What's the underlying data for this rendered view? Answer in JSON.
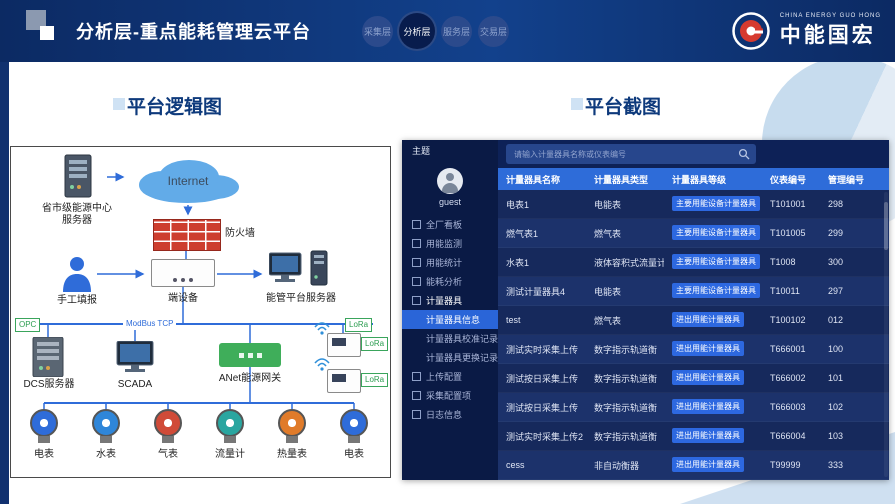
{
  "slide": {
    "title": "分析层-重点能耗管理云平台",
    "left_section_title": "平台逻辑图",
    "right_section_title": "平台截图",
    "layers": [
      {
        "label": "采集层",
        "active": false
      },
      {
        "label": "分析层",
        "active": true
      },
      {
        "label": "服务层",
        "active": false
      },
      {
        "label": "交易层",
        "active": false
      }
    ],
    "brand": {
      "en": "CHINA ENERGY GUO HONG",
      "zh": "中能国宏"
    }
  },
  "diagram": {
    "central_server_line1": "省市级能源中心",
    "central_server_line2": "服务器",
    "internet": "Internet",
    "firewall": "防火墙",
    "manual_entry": "手工填报",
    "edge_device": "端设备",
    "platform_server": "能管平台服务器",
    "bus_opc": "OPC",
    "bus_modbus": "ModBus TCP",
    "bus_lora": "LoRa",
    "dcs": "DCS服务器",
    "scada": "SCADA",
    "gateway": "ANet能源网关",
    "lora1": "LoRa",
    "lora2": "LoRa",
    "meters": [
      {
        "label": "电表",
        "color": "#2f6cd9"
      },
      {
        "label": "水表",
        "color": "#2f86d9"
      },
      {
        "label": "气表",
        "color": "#d04b38"
      },
      {
        "label": "流量计",
        "color": "#2aa6a0"
      },
      {
        "label": "热量表",
        "color": "#e07b2a"
      },
      {
        "label": "电表",
        "color": "#2f6cd9"
      }
    ]
  },
  "app": {
    "theme_label": "主题",
    "search_placeholder": "请输入计量器具名称或仪表编号",
    "user": "guest",
    "sidebar": [
      {
        "label": "全厂看板"
      },
      {
        "label": "用能监测"
      },
      {
        "label": "用能统计"
      },
      {
        "label": "能耗分析"
      },
      {
        "label": "计量器具",
        "expanded": true
      },
      {
        "label": "计量器具信息",
        "sub": true,
        "active": true
      },
      {
        "label": "计量器具校准记录",
        "sub": true
      },
      {
        "label": "计量器具更换记录",
        "sub": true
      },
      {
        "label": "上传配置"
      },
      {
        "label": "采集配置项"
      },
      {
        "label": "日志信息"
      }
    ],
    "table": {
      "columns": [
        "计量器具名称",
        "计量器具类型",
        "计量器具等级",
        "仪表编号",
        "管理编号"
      ],
      "rows": [
        {
          "name": "电表1",
          "type": "电能表",
          "grade": "主要用能设备计量器具",
          "meter_no": "T101001",
          "mgmt_no": "298"
        },
        {
          "name": "燃气表1",
          "type": "燃气表",
          "grade": "主要用能设备计量器具",
          "meter_no": "T101005",
          "mgmt_no": "299"
        },
        {
          "name": "水表1",
          "type": "液体容积式流量计",
          "grade": "主要用能设备计量器具",
          "meter_no": "T1008",
          "mgmt_no": "300"
        },
        {
          "name": "测试计量器具4",
          "type": "电能表",
          "grade": "主要用能设备计量器具",
          "meter_no": "T10011",
          "mgmt_no": "297"
        },
        {
          "name": "test",
          "type": "燃气表",
          "grade": "进出用能计量器具",
          "meter_no": "T100102",
          "mgmt_no": "012"
        },
        {
          "name": "测试实时采集上传",
          "type": "数字指示轨道衡",
          "grade": "进出用能计量器具",
          "meter_no": "T666001",
          "mgmt_no": "100"
        },
        {
          "name": "测试按日采集上传",
          "type": "数字指示轨道衡",
          "grade": "进出用能计量器具",
          "meter_no": "T666002",
          "mgmt_no": "101"
        },
        {
          "name": "测试按日采集上传",
          "type": "数字指示轨道衡",
          "grade": "进出用能计量器具",
          "meter_no": "T666003",
          "mgmt_no": "102"
        },
        {
          "name": "测试实时采集上传2",
          "type": "数字指示轨道衡",
          "grade": "进出用能计量器具",
          "meter_no": "T666004",
          "mgmt_no": "103"
        },
        {
          "name": "cess",
          "type": "非自动衡器",
          "grade": "进出用能计量器具",
          "meter_no": "T99999",
          "mgmt_no": "333"
        }
      ]
    }
  }
}
